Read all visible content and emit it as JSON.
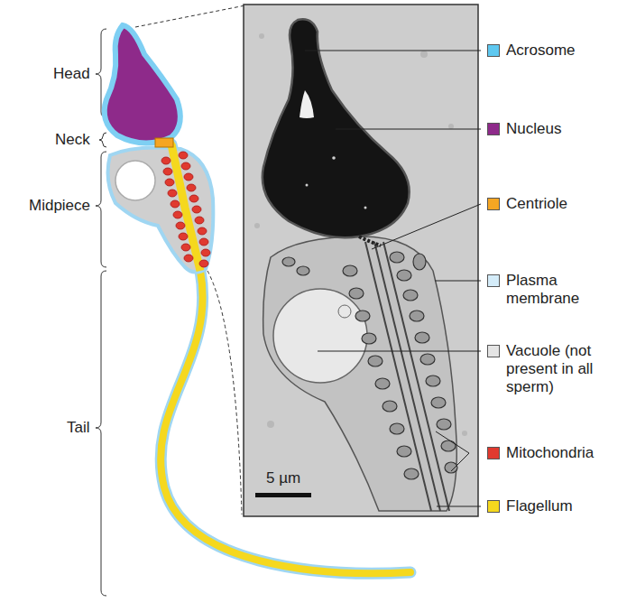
{
  "diagram": {
    "labels": [
      "Head",
      "Neck",
      "Midpiece",
      "Tail",
      "5 µm"
    ],
    "legend": [
      {
        "text": "Acrosome",
        "color": "#5ec8f0"
      },
      {
        "text": "Nucleus",
        "color": "#8e2a8a"
      },
      {
        "text": "Centriole",
        "color": "#f5a623"
      },
      {
        "text": "Plasma membrane",
        "color": "#d4ecf9"
      },
      {
        "text": "Vacuole (not present in all sperm)",
        "color": "#e4e4e4"
      },
      {
        "text": "Mitochondria",
        "color": "#e03a2f"
      },
      {
        "text": "Flagellum",
        "color": "#f5d81e"
      }
    ]
  }
}
